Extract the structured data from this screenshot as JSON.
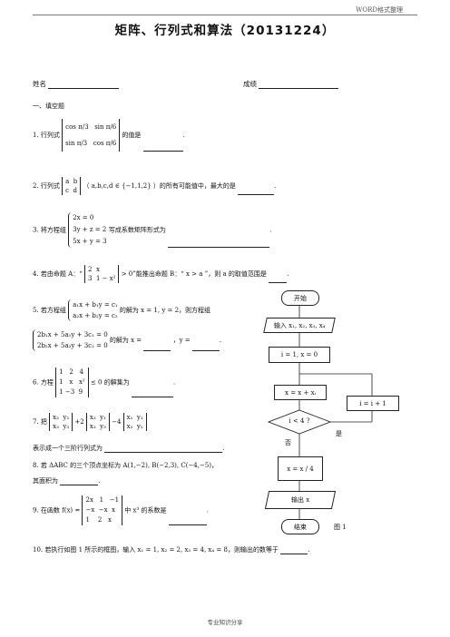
{
  "header": {
    "note": "WORD格式整理"
  },
  "title": "矩阵、行列式和算法（20131224）",
  "fields": {
    "name_label": "姓名",
    "score_label": "成绩"
  },
  "section": "一、填空题",
  "questions": [
    {
      "no": "1.",
      "pre": "行列式",
      "post": "的值是",
      "m": [
        [
          "cos π/3",
          "sin π/6"
        ],
        [
          "sin π/3",
          "cos π/6"
        ]
      ]
    },
    {
      "no": "2.",
      "pre": "行列式",
      "m": [
        [
          "a",
          "b"
        ],
        [
          "c",
          "d"
        ]
      ],
      "post": "（ a,b,c,d ∈ {−1,1,2} ）的所有可能值中，最大的是"
    },
    {
      "no": "3.",
      "pre": "将方程组",
      "sys": [
        "2x = 0",
        "3y + z = 2",
        "5x + y = 3"
      ],
      "post": "写成系数矩阵形式为"
    },
    {
      "no": "4.",
      "text": "若由命题 A：“",
      "m": [
        [
          "2",
          "x"
        ],
        [
          "3",
          "1 − x²"
        ]
      ],
      "text2": "> 0”能推出命题 B：“ x > a ”，则 a 的取值范围是"
    },
    {
      "no": "5.",
      "pre": "若方程组",
      "sys": [
        "a₁x + b₁y = c₁",
        "a₂x + b₂y = c₂"
      ],
      "post": "的解为 x = 1, y = 2，则方程组",
      "sys2": [
        "2b₁x + 5a₁y + 3c₁ = 0",
        "2b₂x + 5a₂y + 3c₂ = 0"
      ],
      "post2": "的解为 x =",
      "post3": "，y ="
    },
    {
      "no": "6.",
      "pre": "方程",
      "m": [
        [
          "1",
          "2",
          "4"
        ],
        [
          "1",
          "x",
          "x²"
        ],
        [
          "1",
          "−3",
          "9"
        ]
      ],
      "post": "≤ 0 的解集为"
    },
    {
      "no": "7.",
      "pre": "把",
      "expr": "+ 2 ... − 4 ...",
      "post": "表示成一个三阶行列式为"
    },
    {
      "no": "8.",
      "text": "若 ΔABC 的三个顶点坐标为 A(1,−2), B(−2,3), C(−4,−5)，",
      "text2": "其面积为"
    },
    {
      "no": "9.",
      "pre": "在函数 f(x) =",
      "m": [
        [
          "2x",
          "1",
          "−1"
        ],
        [
          "−x",
          "−x",
          "x"
        ],
        [
          "1",
          "2",
          "x"
        ]
      ],
      "post": "中 x³ 的系数是"
    },
    {
      "no": "10.",
      "text": "若执行如图 1 所示的框图，输入 x₁ = 1, x₂ = 2, x₃ = 4, x₄ = 8，则输出的数等于"
    }
  ],
  "flowchart": {
    "start": "开始",
    "input": "输入 x₁, x₂, x₃, x₄",
    "init": "i = 1, x = 0",
    "update": "x = x + xᵢ",
    "cond": "i < 4 ?",
    "inc": "i = i + 1",
    "yes": "是",
    "no": "否",
    "calc": "x = x / 4",
    "output": "输出 x",
    "end": "结束",
    "caption": "图 1"
  },
  "footer": "专业知识分享"
}
